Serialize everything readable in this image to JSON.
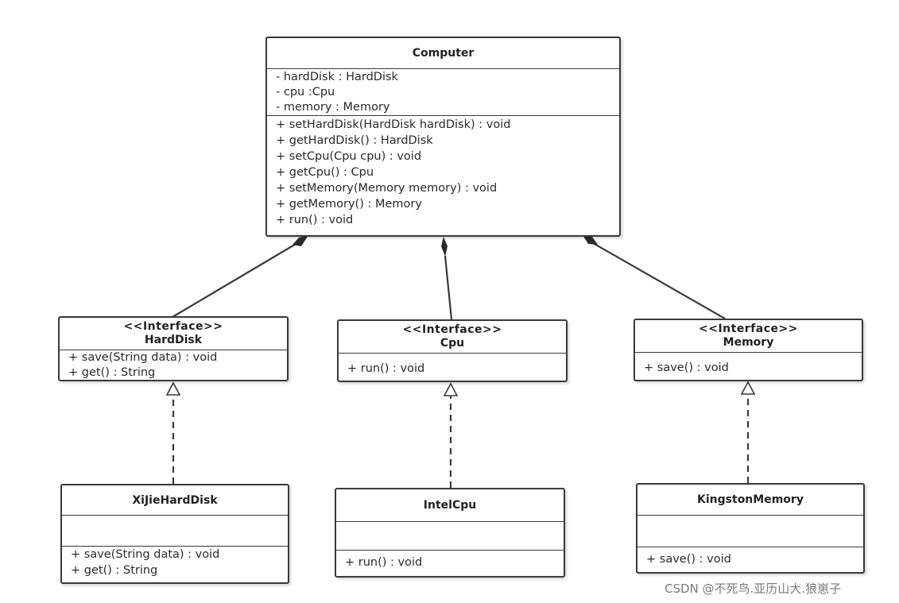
{
  "computer": {
    "name": "Computer",
    "attributes": [
      "- hardDisk : HardDisk",
      "- cpu :Cpu",
      "- memory : Memory"
    ],
    "operations": [
      "+ setHardDisk(HardDisk hardDisk) : void",
      "+ getHardDisk() : HardDisk",
      "+ setCpu(Cpu cpu) : void",
      "+ getCpu() : Cpu",
      "+ setMemory(Memory memory) : void",
      "+ getMemory() : Memory",
      "+ run() : void"
    ]
  },
  "interfaces": {
    "harddisk": {
      "stereotype": "<<Interface>>",
      "name": "HardDisk",
      "operations": [
        "+ save(String data) : void",
        "+ get() : String"
      ]
    },
    "cpu": {
      "stereotype": "<<Interface>>",
      "name": "Cpu",
      "operations": [
        "+ run() : void"
      ]
    },
    "memory": {
      "stereotype": "<<Interface>>",
      "name": "Memory",
      "operations": [
        "+ save() : void"
      ]
    }
  },
  "implementations": {
    "xijie": {
      "name": "XiJieHardDisk",
      "operations": [
        "+ save(String data) : void",
        "+ get() : String"
      ]
    },
    "intel": {
      "name": "IntelCpu",
      "operations": [
        "+ run() : void"
      ]
    },
    "kingston": {
      "name": "KingstonMemory",
      "operations": [
        "+ save() : void"
      ]
    }
  },
  "watermark": "CSDN @不死鸟.亚历山大.狼崽子",
  "colors": {
    "line": "#3a3a3a",
    "background": "#ffffff"
  },
  "relations": [
    {
      "type": "composition",
      "from": "Computer",
      "to": "HardDisk"
    },
    {
      "type": "composition",
      "from": "Computer",
      "to": "Cpu"
    },
    {
      "type": "composition",
      "from": "Computer",
      "to": "Memory"
    },
    {
      "type": "realization",
      "from": "XiJieHardDisk",
      "to": "HardDisk"
    },
    {
      "type": "realization",
      "from": "IntelCpu",
      "to": "Cpu"
    },
    {
      "type": "realization",
      "from": "KingstonMemory",
      "to": "Memory"
    }
  ]
}
